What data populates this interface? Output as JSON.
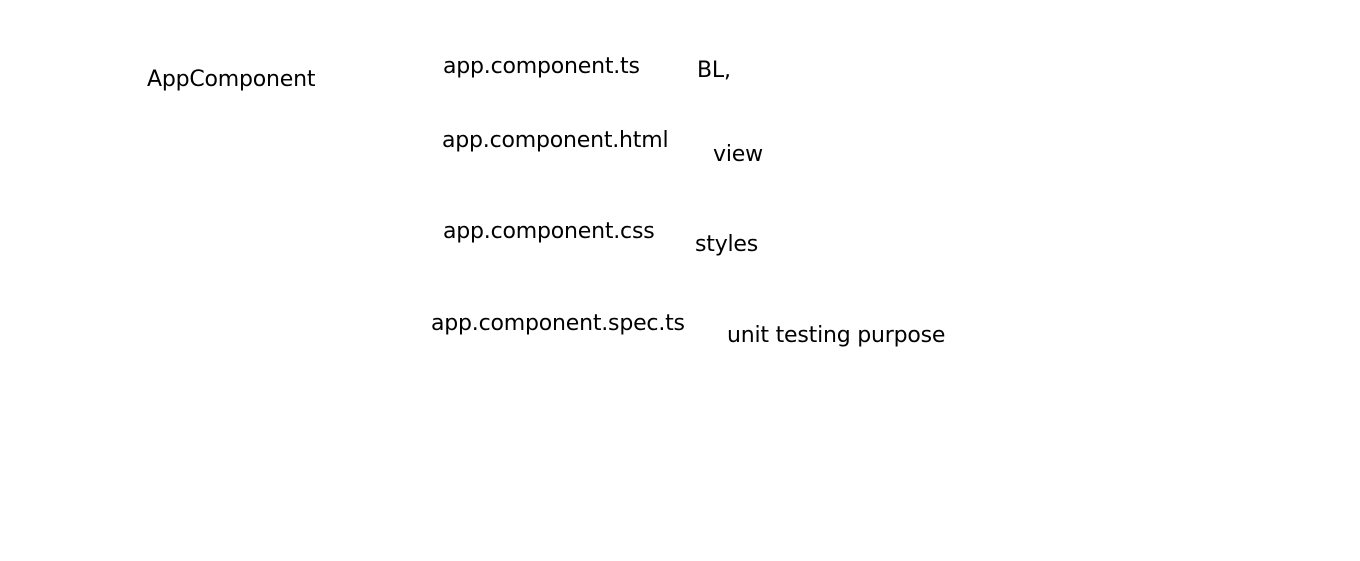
{
  "title": "AppComponent",
  "files": [
    {
      "name": "app.component.ts",
      "description": "BL,"
    },
    {
      "name": "app.component.html",
      "description": "view"
    },
    {
      "name": "app.component.css",
      "description": "styles"
    },
    {
      "name": "app.component.spec.ts",
      "description": "unit testing purpose"
    }
  ]
}
